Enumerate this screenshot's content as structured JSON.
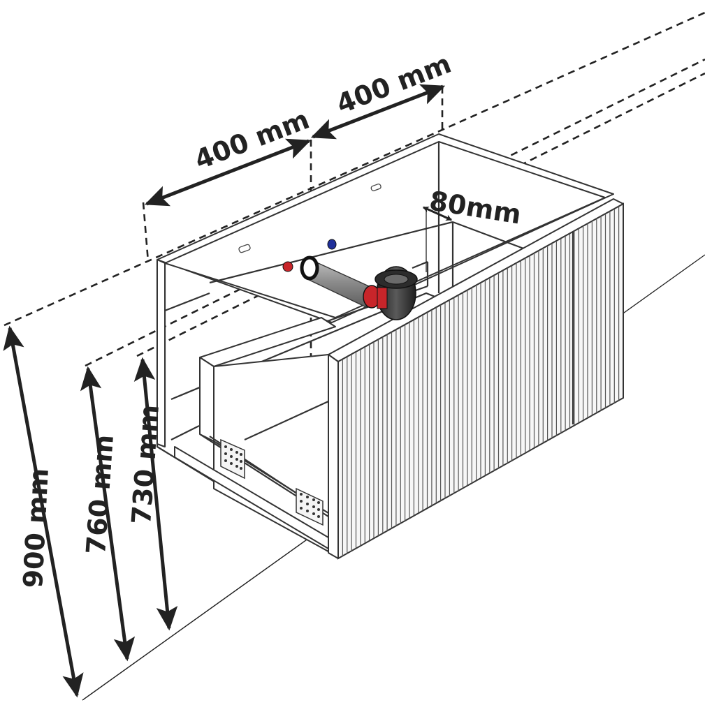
{
  "dimensions": {
    "width_left": "400 mm",
    "width_right": "400 mm",
    "offset": "80mm",
    "height_total": "900 mm",
    "height_middle": "760 mm",
    "height_bottom": "730 mm"
  },
  "colors": {
    "hot_connection": "#c8252a",
    "cold_connection": "#1f2f9a",
    "siphon_body": "#3a3a3a",
    "siphon_accent": "#c8252a",
    "pipe": "#9a9a9a",
    "line": "#222222"
  },
  "icons": {
    "hot_water": "red-valve-icon",
    "cold_water": "blue-valve-icon",
    "drain": "siphon-icon"
  }
}
